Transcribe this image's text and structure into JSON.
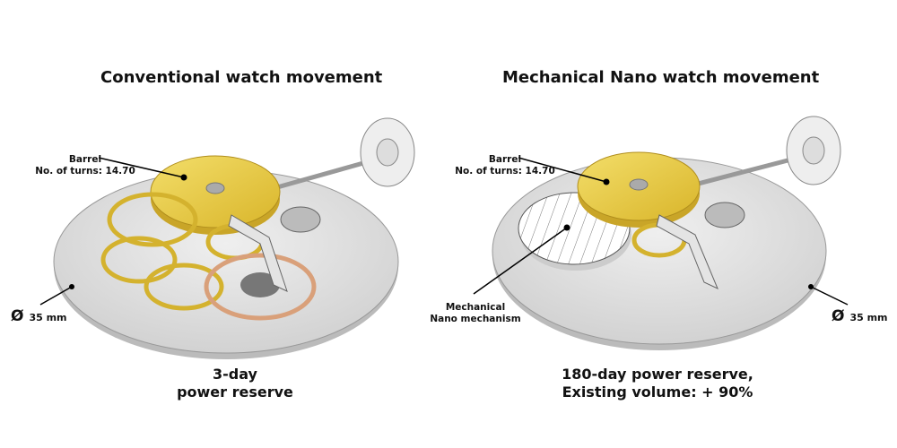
{
  "left": {
    "title": "Conventional watch movement",
    "barrel_label": "Barrel",
    "turns_label": "No. of turns: 14.70",
    "diameter_symbol": "Ø",
    "diameter_value": "35 mm",
    "reserve_line1": "3-day",
    "reserve_line2": "power reserve"
  },
  "right": {
    "title": "Mechanical Nano watch movement",
    "barrel_label": "Barrel",
    "turns_label": "No. of turns: 14.70",
    "nano_line1": "Mechanical",
    "nano_line2": "Nano mechanism",
    "diameter_symbol": "Ø",
    "diameter_value": "35 mm",
    "reserve_line1": "180-day power reserve,",
    "reserve_line2": "Existing volume: + 90%"
  },
  "colors": {
    "plate": "#dcdcdc",
    "gold": "#e8c93a",
    "copper": "#d9a07a"
  }
}
